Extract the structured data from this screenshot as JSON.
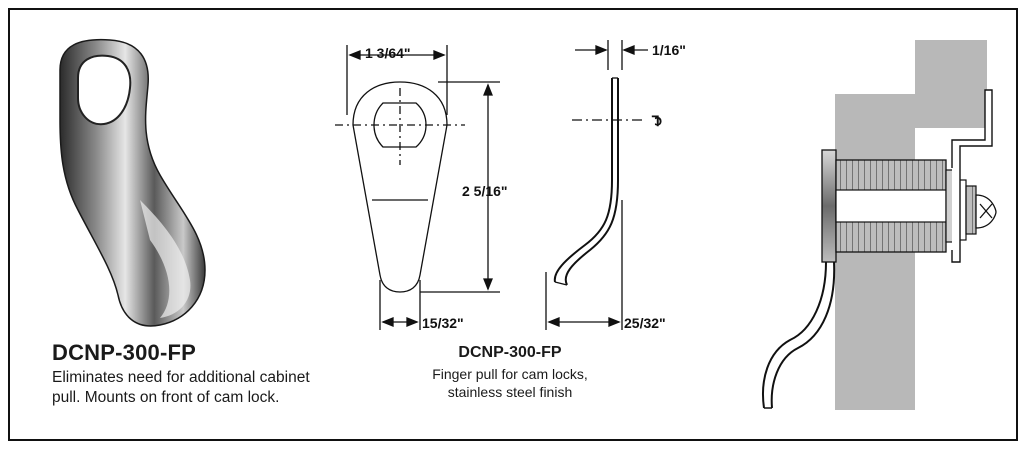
{
  "product_photo": {
    "part_number": "DCNP-300-FP",
    "description_line1": "Eliminates need for additional cabinet",
    "description_line2": "pull. Mounts on front of cam lock."
  },
  "drawing": {
    "part_number": "DCNP-300-FP",
    "description_line1": "Finger pull for cam locks,",
    "description_line2": "stainless steel finish",
    "dimensions": {
      "top_width": "1 3/64\"",
      "thickness": "1/16\"",
      "height": "2 5/16\"",
      "tip_width": "15/32\"",
      "depth": "25/32\"",
      "centerline": "℄"
    }
  },
  "colors": {
    "frame": "#111111",
    "cabinet_panel": "#b8b8b8",
    "line": "#111111"
  }
}
